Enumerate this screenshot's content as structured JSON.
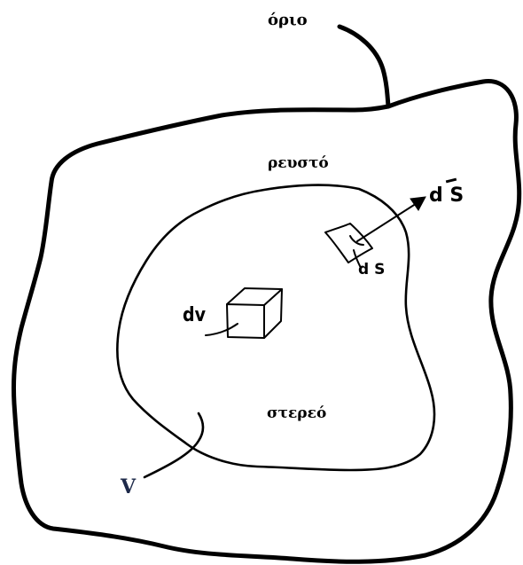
{
  "labels": {
    "boundary": "όριο",
    "fluid": "ρευστό",
    "solid": "στερεό",
    "volume": "V",
    "volume_element": "dv",
    "surface_element": "d S",
    "surface_vector": "d S"
  },
  "colors": {
    "ink": "#000000",
    "volume_label": "#1e2a4a",
    "background": "#ffffff"
  }
}
